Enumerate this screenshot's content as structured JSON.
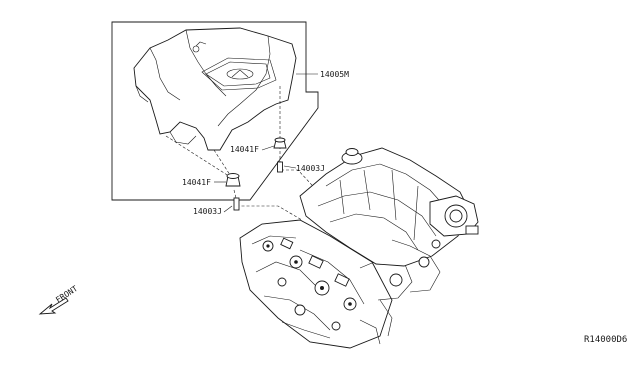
{
  "labels": {
    "cover": "14005M",
    "grommet_upper": "14041F",
    "grommet_lower": "14041F",
    "stud_upper": "14003J",
    "stud_lower": "14003J",
    "front": "FRONT",
    "diagram_code": "R14000D6"
  },
  "icons": {
    "brand_logo": "infiniti-logo-icon",
    "front_arrow": "front-arrow-icon"
  }
}
